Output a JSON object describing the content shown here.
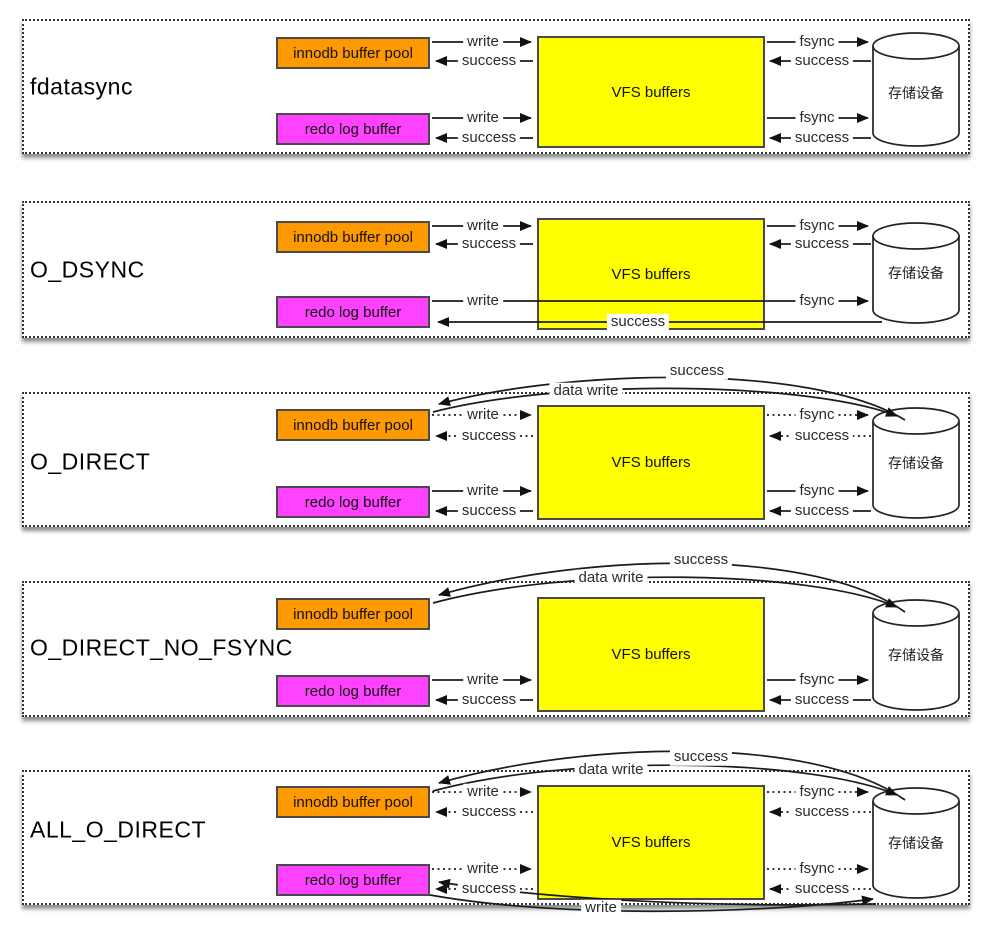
{
  "arrow_labels": {
    "write": "write",
    "success": "success",
    "fsync": "fsync",
    "data_write": "data write"
  },
  "components": {
    "innodb_buffer_pool": "innodb buffer pool",
    "redo_log_buffer": "redo log buffer",
    "vfs_buffers": "VFS buffers",
    "storage_device": "存储设备"
  },
  "panels": [
    {
      "name": "fdatasync"
    },
    {
      "name": "O_DSYNC"
    },
    {
      "name": "O_DIRECT"
    },
    {
      "name": "O_DIRECT_NO_FSYNC"
    },
    {
      "name": "ALL_O_DIRECT"
    }
  ],
  "colors": {
    "innodb_buffer_pool": "#ff9900",
    "redo_log_buffer": "#ff42ff",
    "vfs_buffers": "#ffff00"
  }
}
